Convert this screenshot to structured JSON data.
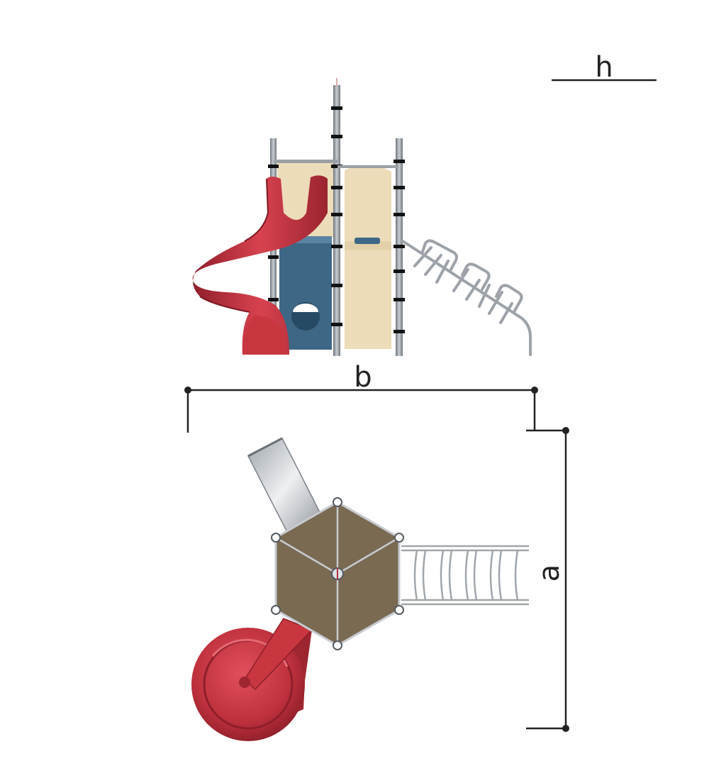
{
  "labels": {
    "height": "h",
    "width": "b",
    "length": "a"
  },
  "colors": {
    "slide_red": "#c0313e",
    "slide_red_dark": "#8e1f2a",
    "panel_beige": "#ecdcb9",
    "panel_blue": "#3e6786",
    "deck_brown": "#7a6a52",
    "steel": "#8c9299",
    "dimension_line": "#222222"
  },
  "icons": {
    "side_view": "playground-tower-side-view",
    "top_view": "playground-tower-top-view"
  }
}
